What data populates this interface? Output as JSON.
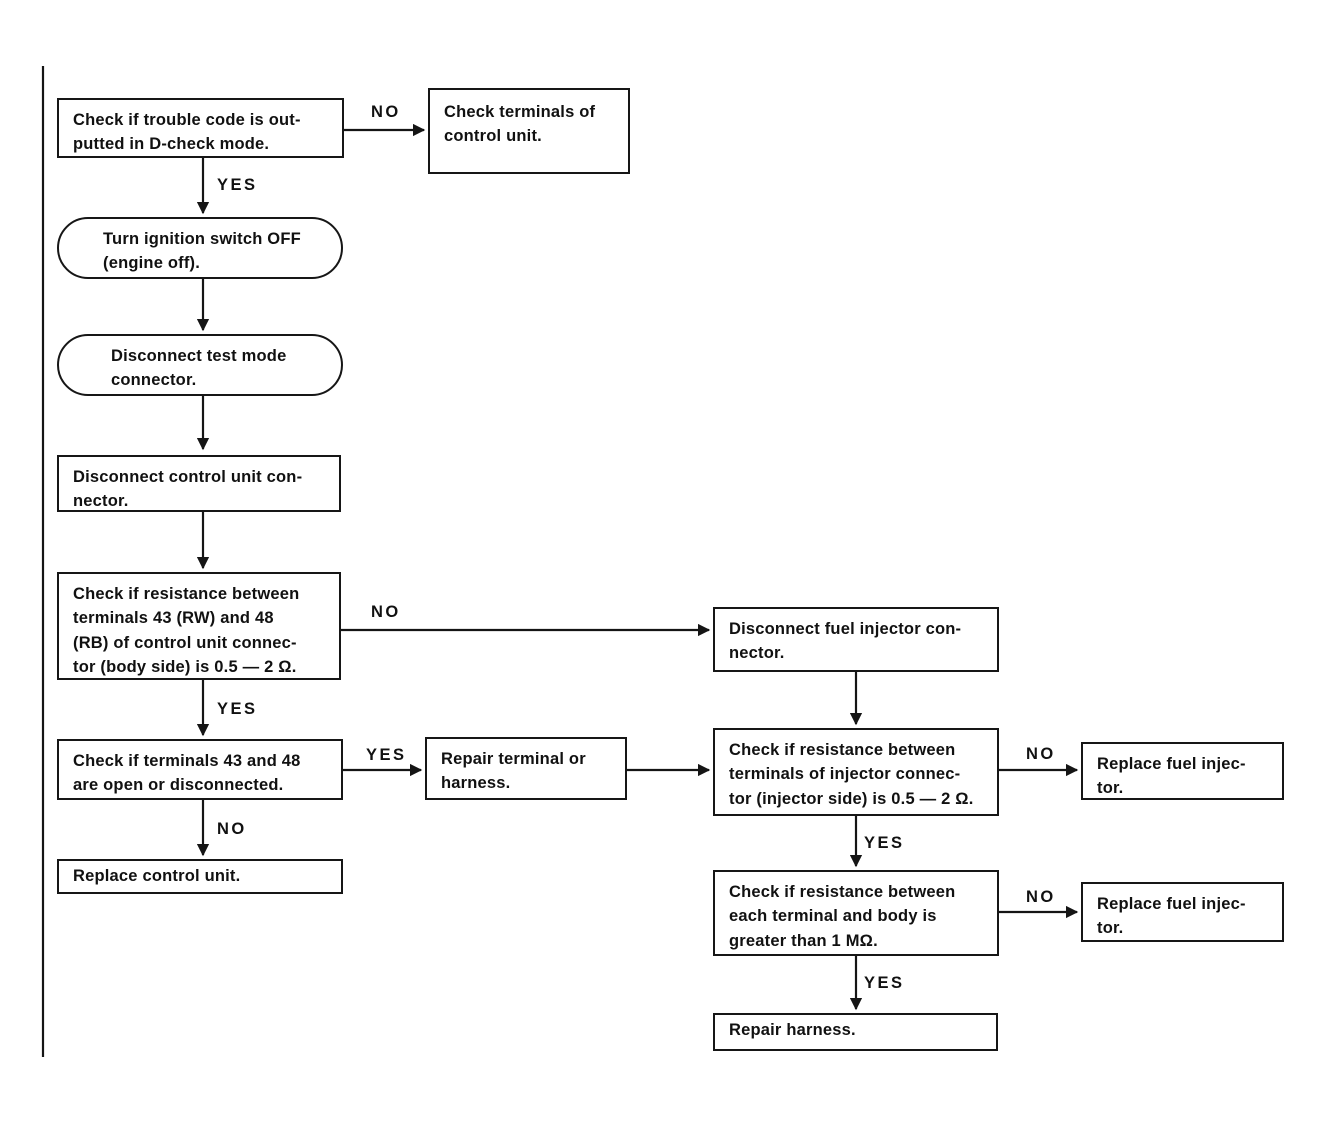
{
  "diagram": {
    "type": "flowchart",
    "colors": {
      "line": "#151515",
      "text": "#111111",
      "background": "#ffffff"
    },
    "edge_labels": {
      "yes": "YES",
      "no": "NO"
    },
    "nodes": {
      "check_trouble_code": {
        "shape": "rect",
        "lines": [
          "Check if trouble code is out-",
          "putted in D-check mode."
        ]
      },
      "check_terminals_control_unit": {
        "shape": "rect",
        "lines": [
          "Check terminals of",
          "control unit."
        ]
      },
      "turn_ignition_off": {
        "shape": "stadium",
        "lines": [
          "Turn ignition switch OFF",
          "(engine off)."
        ]
      },
      "disconnect_test_mode": {
        "shape": "stadium",
        "lines": [
          "Disconnect test mode",
          "connector."
        ]
      },
      "disconnect_control_unit": {
        "shape": "rect",
        "lines": [
          "Disconnect control unit con-",
          "nector."
        ]
      },
      "check_resistance_43_48": {
        "shape": "rect",
        "lines": [
          "Check if resistance between",
          "terminals 43 (RW) and 48",
          "(RB) of control unit connec-",
          "tor (body side) is 0.5 — 2 Ω."
        ]
      },
      "check_terminals_open": {
        "shape": "rect",
        "lines": [
          "Check if terminals 43 and 48",
          "are open or disconnected."
        ]
      },
      "repair_terminal_harness": {
        "shape": "rect",
        "lines": [
          "Repair terminal or",
          "harness."
        ]
      },
      "replace_control_unit": {
        "shape": "rect",
        "lines": [
          "Replace control unit."
        ]
      },
      "disconnect_fuel_injector": {
        "shape": "rect",
        "lines": [
          "Disconnect fuel injector con-",
          "nector."
        ]
      },
      "check_resistance_injector": {
        "shape": "rect",
        "lines": [
          "Check if resistance between",
          "terminals of injector connec-",
          "tor (injector side) is 0.5 — 2 Ω."
        ]
      },
      "replace_fuel_injector_1": {
        "shape": "rect",
        "lines": [
          "Replace fuel injec-",
          "tor."
        ]
      },
      "check_resistance_body": {
        "shape": "rect",
        "lines": [
          "Check if resistance between",
          "each terminal and body is",
          "greater than 1 MΩ."
        ]
      },
      "replace_fuel_injector_2": {
        "shape": "rect",
        "lines": [
          "Replace fuel injec-",
          "tor."
        ]
      },
      "repair_harness": {
        "shape": "rect",
        "lines": [
          "Repair harness."
        ]
      }
    },
    "edges": [
      {
        "from": "check_trouble_code",
        "to": "check_terminals_control_unit",
        "label": "NO"
      },
      {
        "from": "check_trouble_code",
        "to": "turn_ignition_off",
        "label": "YES"
      },
      {
        "from": "turn_ignition_off",
        "to": "disconnect_test_mode",
        "label": ""
      },
      {
        "from": "disconnect_test_mode",
        "to": "disconnect_control_unit",
        "label": ""
      },
      {
        "from": "disconnect_control_unit",
        "to": "check_resistance_43_48",
        "label": ""
      },
      {
        "from": "check_resistance_43_48",
        "to": "disconnect_fuel_injector",
        "label": "NO"
      },
      {
        "from": "check_resistance_43_48",
        "to": "check_terminals_open",
        "label": "YES"
      },
      {
        "from": "check_terminals_open",
        "to": "repair_terminal_harness",
        "label": "YES"
      },
      {
        "from": "check_terminals_open",
        "to": "replace_control_unit",
        "label": "NO"
      },
      {
        "from": "repair_terminal_harness",
        "to": "check_resistance_injector",
        "label": ""
      },
      {
        "from": "disconnect_fuel_injector",
        "to": "check_resistance_injector",
        "label": ""
      },
      {
        "from": "check_resistance_injector",
        "to": "replace_fuel_injector_1",
        "label": "NO"
      },
      {
        "from": "check_resistance_injector",
        "to": "check_resistance_body",
        "label": "YES"
      },
      {
        "from": "check_resistance_body",
        "to": "replace_fuel_injector_2",
        "label": "NO"
      },
      {
        "from": "check_resistance_body",
        "to": "repair_harness",
        "label": "YES"
      }
    ]
  }
}
